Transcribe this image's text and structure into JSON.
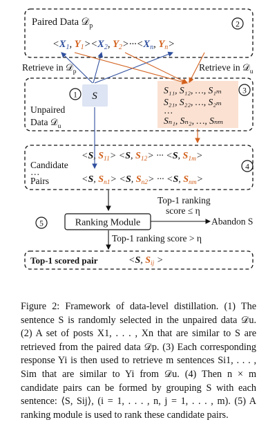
{
  "diagram": {
    "paired": {
      "label": "Paired Data 𝒟",
      "label_sub": "p",
      "step": "2",
      "seq": [
        {
          "x": "X",
          "xs": "1",
          "y": "Y",
          "ys": "1"
        },
        {
          "x": "X",
          "xs": "2",
          "y": "Y",
          "ys": "2"
        },
        {
          "x": "X",
          "xs": "n",
          "y": "Y",
          "ys": "n"
        }
      ],
      "ellipsis": "···"
    },
    "retrieve_left": {
      "text": "Retrieve in 𝒟",
      "sub": "p"
    },
    "retrieve_right": {
      "text": "Retrieve in 𝒟",
      "sub": "u"
    },
    "unpaired": {
      "step_left": "1",
      "s_label": "S",
      "label_line1": "Unpaired",
      "label_line2": "Data 𝒟",
      "label_sub": "u",
      "step_right": "3",
      "rows": [
        "S₁₁, S₁₂, …, S₁ₘ",
        "S₂₁, S₂₂, …, S₂ₘ",
        "…",
        "Sₙ₁, Sₙ₂, …, Sₙₘ"
      ]
    },
    "candidate": {
      "label_line1": "Candidate",
      "label_dots": "…",
      "label_line2": "Pairs",
      "step": "4",
      "row1": [
        {
          "s": "S",
          "sub": "11"
        },
        {
          "s": "S",
          "sub": "12"
        },
        {
          "s": "S",
          "sub": "1m"
        }
      ],
      "row2": [
        {
          "s": "S",
          "sub": "n1"
        },
        {
          "s": "S",
          "sub": "n2"
        },
        {
          "s": "S",
          "sub": "nm"
        }
      ],
      "ellipsis": "···"
    },
    "ranking": {
      "step": "5",
      "module": "Ranking Module",
      "top_text1": "Top-1 ranking",
      "top_text2": "score ≤ η",
      "abandon": "Abandon S",
      "bottom_text": "Top-1 ranking score > η"
    },
    "scored": {
      "label": "Top-1 scored pair",
      "pair_s": "S",
      "pair_sij": "S",
      "pair_sub": "ij"
    },
    "colors": {
      "blue": "#2f4f9e",
      "orange": "#d2601c",
      "s_box": "#dde4f3",
      "list_box": "#fbe1d2"
    }
  },
  "caption": "Figure 2: Framework of data-level distillation. (1) The sentence S is randomly selected in the unpaired data 𝒟u. (2) A set of posts X1, . . . , Xn that are similar to S are retrieved from the paired data 𝒟p. (3) Each corresponding response Yi is then used to retrieve m sentences Si1, . . . , Sim that are similar to Yi from 𝒟u. (4) Then n × m candidate pairs can be formed by grouping S with each sentence: ⟨S, Sij⟩, (i = 1, . . . , n, j = 1, . . . , m). (5) A ranking module is used to rank these candidate pairs."
}
